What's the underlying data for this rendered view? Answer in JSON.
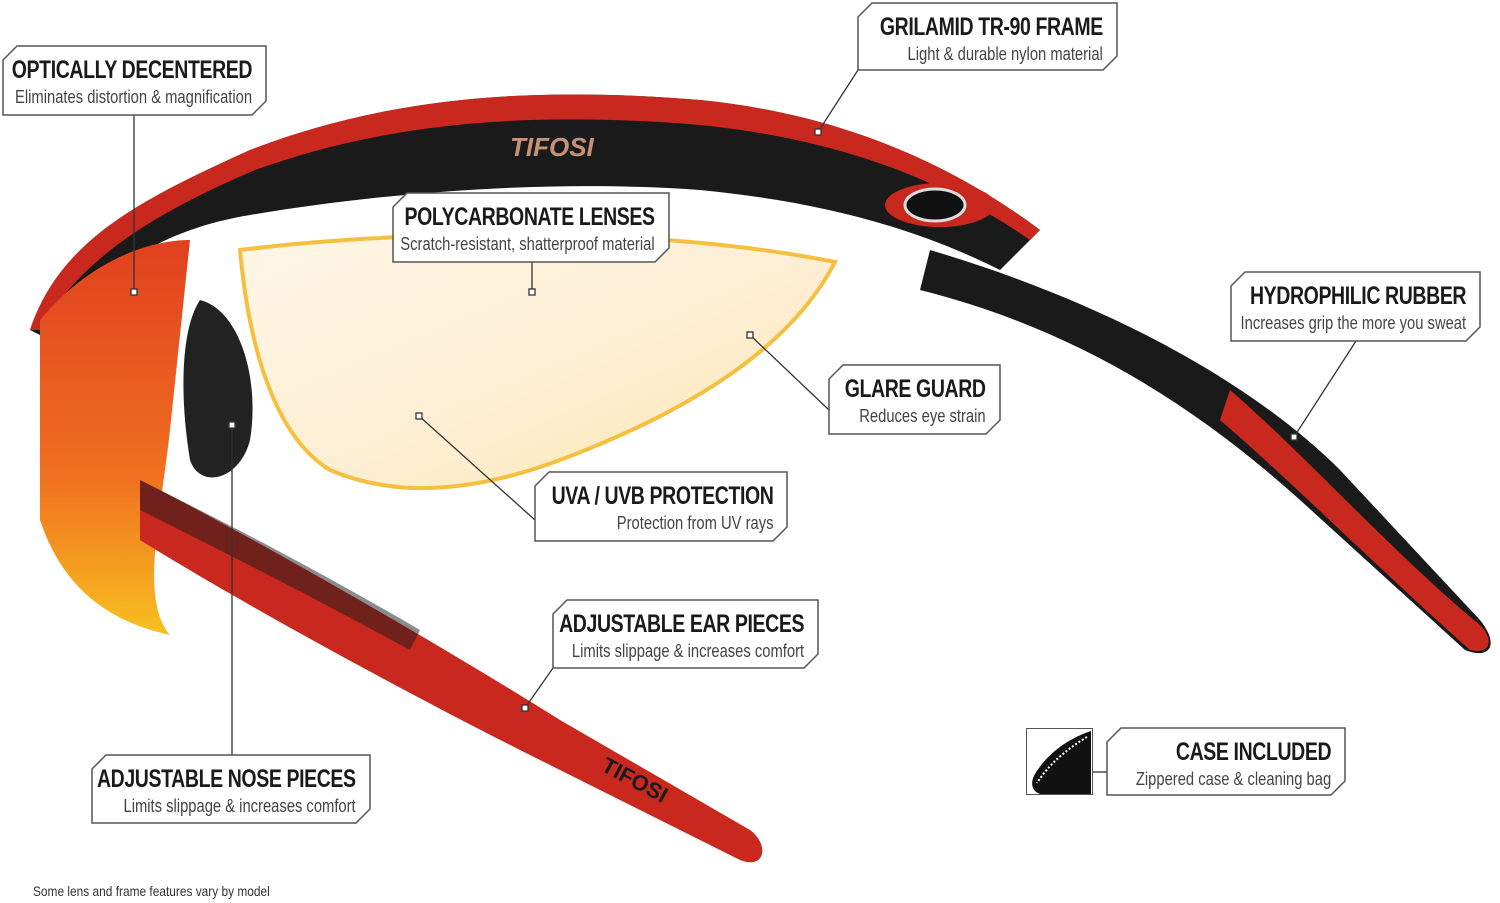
{
  "callouts": [
    {
      "id": "optically",
      "title": "OPTICALLY DECENTERED",
      "subtitle": "Eliminates distortion & magnification"
    },
    {
      "id": "frame",
      "title": "GRILAMID TR-90 FRAME",
      "subtitle": "Light & durable nylon material"
    },
    {
      "id": "lenses",
      "title": "POLYCARBONATE LENSES",
      "subtitle": "Scratch-resistant, shatterproof material"
    },
    {
      "id": "rubber",
      "title": "HYDROPHILIC RUBBER",
      "subtitle": "Increases grip the more you sweat"
    },
    {
      "id": "glare",
      "title": "GLARE GUARD",
      "subtitle": "Reduces eye strain"
    },
    {
      "id": "uv",
      "title": "UVA / UVB PROTECTION",
      "subtitle": "Protection from UV rays"
    },
    {
      "id": "ear",
      "title": "ADJUSTABLE EAR PIECES",
      "subtitle": "Limits slippage & increases comfort"
    },
    {
      "id": "nose",
      "title": "ADJUSTABLE NOSE PIECES",
      "subtitle": "Limits slippage & increases comfort"
    },
    {
      "id": "case",
      "title": "CASE INCLUDED",
      "subtitle": "Zippered case & cleaning bag"
    }
  ],
  "brand_logo": "TIFOSI",
  "footnote": "Some lens and frame features vary by model",
  "colors": {
    "frame_red": "#c8281e",
    "frame_black": "#1a1a1a",
    "lens": "#fde9b0",
    "lens_edge": "#f5a623",
    "outline": "#555555"
  }
}
